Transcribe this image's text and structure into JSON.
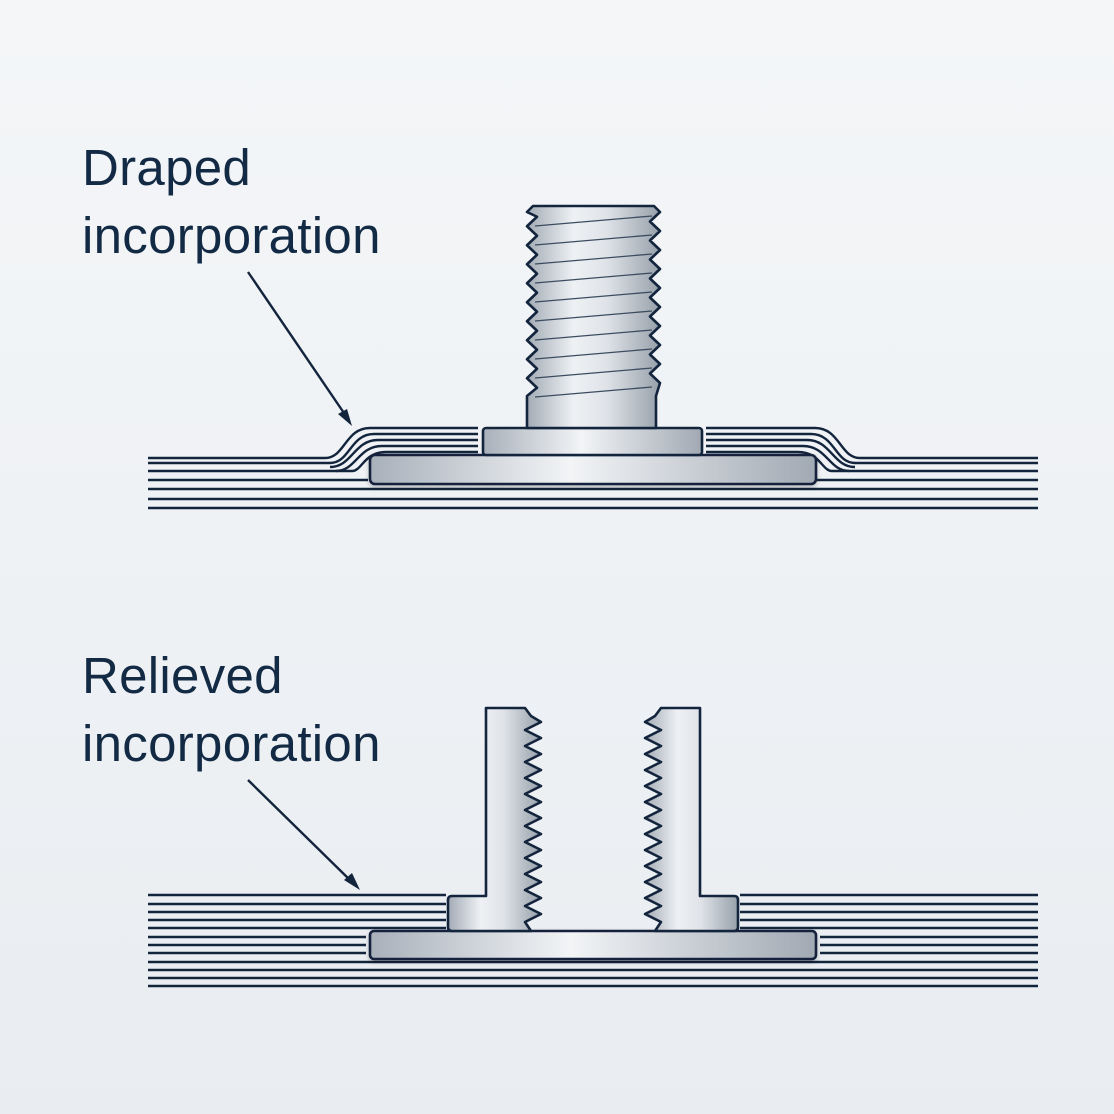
{
  "draped": {
    "line1": "Draped",
    "line2": "incorporation"
  },
  "relieved": {
    "line1": "Relieved",
    "line2": "incorporation"
  },
  "colors": {
    "text": "#132a45",
    "outline": "#13243d",
    "metal_light": "#eef1f4",
    "metal_dark": "#9ea6b0",
    "background": "#f0f3f6"
  }
}
